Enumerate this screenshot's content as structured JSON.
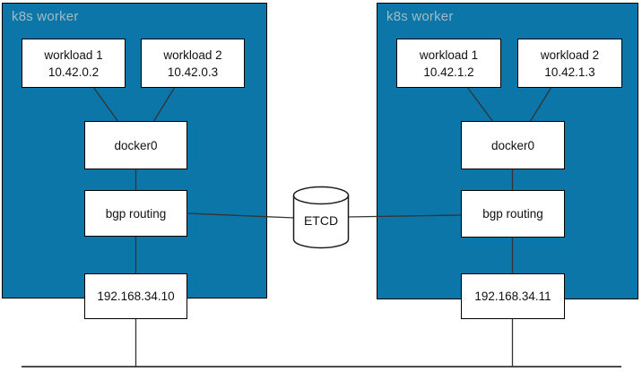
{
  "diagram": {
    "workers": [
      {
        "title": "k8s worker",
        "workload1": {
          "line1": "workload 1",
          "line2": "10.42.0.2"
        },
        "workload2": {
          "line1": "workload 2",
          "line2": "10.42.0.3"
        },
        "bridge_label": "docker0",
        "routing_label": "bgp routing",
        "host_ip": "192.168.34.10"
      },
      {
        "title": "k8s worker",
        "workload1": {
          "line1": "workload 1",
          "line2": "10.42.1.2"
        },
        "workload2": {
          "line1": "workload 2",
          "line2": "10.42.1.3"
        },
        "bridge_label": "docker0",
        "routing_label": "bgp routing",
        "host_ip": "192.168.34.11"
      }
    ],
    "datastore": {
      "label": "ETCD"
    },
    "colors": {
      "worker_fill": "#0c76a8",
      "worker_title_text": "#a4bac3",
      "node_fill": "#ffffff",
      "border": "#000000",
      "connector": "#333333"
    }
  }
}
